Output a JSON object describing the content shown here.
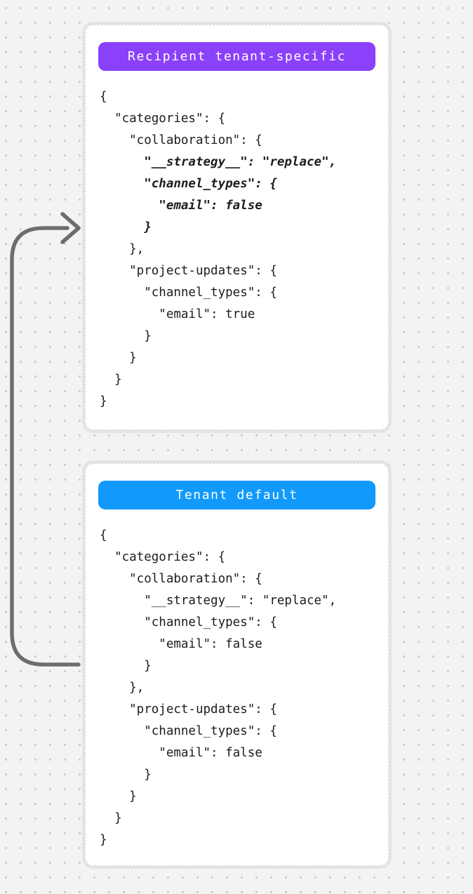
{
  "canvas": {
    "background_color": "#f4f3f4",
    "dot_color": "#c9c9c9"
  },
  "arrow": {
    "color": "#6d6d6d"
  },
  "cards": [
    {
      "badge": {
        "label": "Recipient tenant-specific",
        "color": "#8b40fa"
      },
      "code_lines": [
        {
          "t": "{",
          "em": false
        },
        {
          "t": "  \"categories\": {",
          "em": false
        },
        {
          "t": "    \"collaboration\": {",
          "em": false
        },
        {
          "t": "      \"__strategy__\": \"replace\",",
          "em": true
        },
        {
          "t": "      \"channel_types\": {",
          "em": true
        },
        {
          "t": "        \"email\": false",
          "em": true
        },
        {
          "t": "      }",
          "em": true
        },
        {
          "t": "    },",
          "em": false
        },
        {
          "t": "    \"project-updates\": {",
          "em": false
        },
        {
          "t": "      \"channel_types\": {",
          "em": false
        },
        {
          "t": "        \"email\": true",
          "em": false
        },
        {
          "t": "      }",
          "em": false
        },
        {
          "t": "    }",
          "em": false
        },
        {
          "t": "  }",
          "em": false
        },
        {
          "t": "}",
          "em": false
        }
      ]
    },
    {
      "badge": {
        "label": "Tenant default",
        "color": "#119afb"
      },
      "code_lines": [
        {
          "t": "{",
          "em": false
        },
        {
          "t": "  \"categories\": {",
          "em": false
        },
        {
          "t": "    \"collaboration\": {",
          "em": false
        },
        {
          "t": "      \"__strategy__\": \"replace\",",
          "em": false
        },
        {
          "t": "      \"channel_types\": {",
          "em": false
        },
        {
          "t": "        \"email\": false",
          "em": false
        },
        {
          "t": "      }",
          "em": false
        },
        {
          "t": "    },",
          "em": false
        },
        {
          "t": "    \"project-updates\": {",
          "em": false
        },
        {
          "t": "      \"channel_types\": {",
          "em": false
        },
        {
          "t": "        \"email\": false",
          "em": false
        },
        {
          "t": "      }",
          "em": false
        },
        {
          "t": "    }",
          "em": false
        },
        {
          "t": "  }",
          "em": false
        },
        {
          "t": "}",
          "em": false
        }
      ]
    }
  ]
}
